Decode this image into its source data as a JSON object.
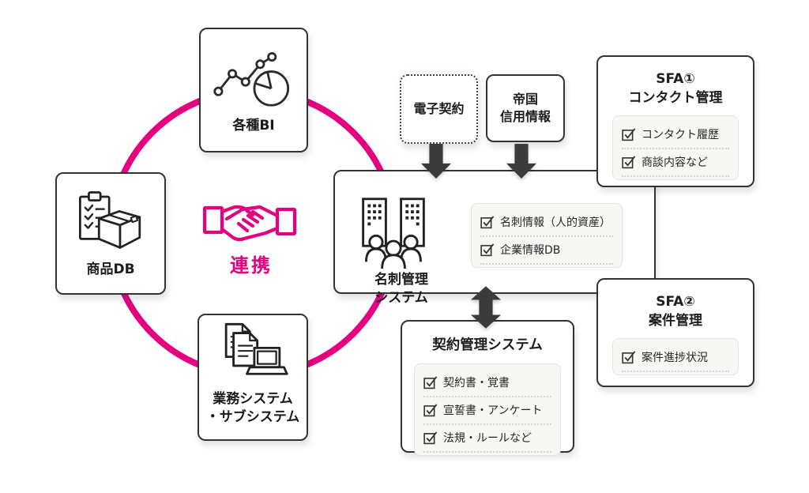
{
  "colors": {
    "accent": "#e4007f",
    "box_border": "#333333",
    "arrow": "#3b3b3b",
    "panel_bg": "#f7f7f4"
  },
  "hub": {
    "link_label": "連携",
    "handshake_icon": "handshake-icon"
  },
  "ring_nodes": {
    "bi": {
      "label": "各種BI",
      "icon": "bi-chart-icon"
    },
    "product_db": {
      "label": "商品DB",
      "icon": "product-box-icon"
    },
    "business_systems": {
      "label_line1": "業務システム",
      "label_line2": "・サブシステム",
      "icon": "documents-laptop-icon"
    }
  },
  "sources": {
    "e_contract": {
      "label": "電子契約"
    },
    "teikoku": {
      "label_line1": "帝国",
      "label_line2": "信用情報"
    }
  },
  "card_system": {
    "label_line1": "名刺管理",
    "label_line2": "システム",
    "icon": "buildings-people-icon",
    "items": [
      "名刺情報（人的資産）",
      "企業情報DB"
    ]
  },
  "sfa1": {
    "title_line1": "SFA①",
    "title_line2": "コンタクト管理",
    "items": [
      "コンタクト履歴",
      "商談内容など"
    ]
  },
  "sfa2": {
    "title_line1": "SFA②",
    "title_line2": "案件管理",
    "items": [
      "案件進捗状況"
    ]
  },
  "contract_system": {
    "title": "契約管理システム",
    "items": [
      "契約書・覚書",
      "宣誓書・アンケート",
      "法規・ルールなど"
    ]
  }
}
